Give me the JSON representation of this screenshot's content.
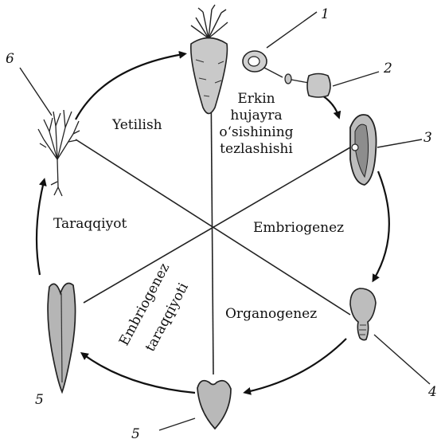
{
  "labels": {
    "num_1": "1",
    "num_2": "2",
    "num_3": "3",
    "num_4": "4",
    "num_5a": "5",
    "num_5b": "5",
    "num_6": "6",
    "yetilish": "Yetilish",
    "erkin_lines": [
      "Erkin",
      "hujayra",
      "o‘sishining",
      "tezlashishi"
    ],
    "taraqqiyot": "Taraqqiyot",
    "embriogenez": "Embriogenez",
    "organogenez": "Organogenez",
    "embriogenez_taraqqiyoti_line1": "Embriogenez",
    "embriogenez_taraqqiyoti_line2": "taraqqiyoti"
  }
}
